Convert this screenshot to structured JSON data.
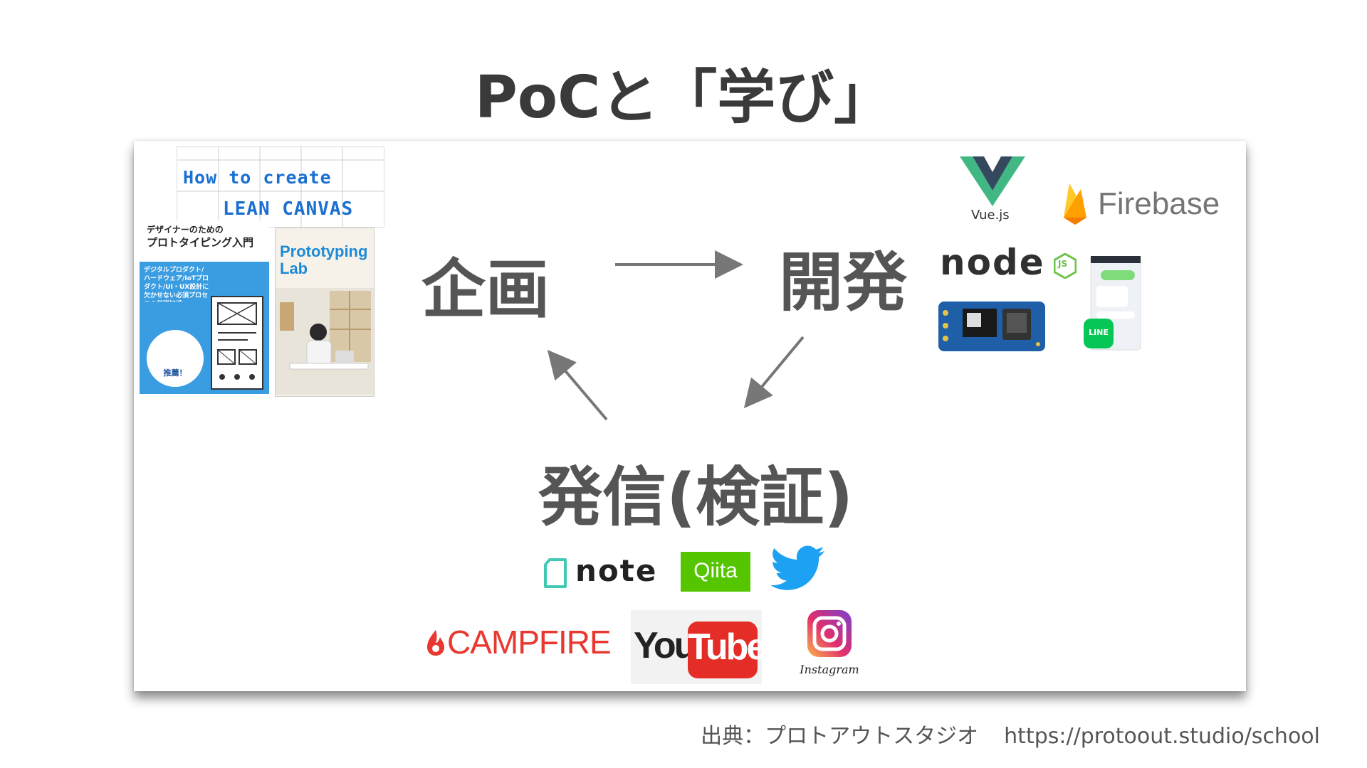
{
  "title": "PoCと「学び」",
  "cycle": {
    "plan": "企画",
    "develop": "開発",
    "publish": "発信(検証)"
  },
  "books": {
    "lean_canvas_line1": "How to create",
    "lean_canvas_line2": "LEAN CANVAS",
    "designer_book_title1": "デザイナーのための",
    "designer_book_title2": "プロトタイピング入門",
    "designer_book_sub": "デジタルプロダクト/ハードウェア/IoTプロダクト/UI・UX設計に欠かせない必須プロセスの基礎知識",
    "designer_book_badge": "推薦！",
    "proto_lab_title1": "Prototyping",
    "proto_lab_title2": "Lab"
  },
  "dev_logos": {
    "vue": "Vue.js",
    "firebase": "Firebase",
    "node": "node",
    "js": "JS",
    "line": "LINE"
  },
  "publish_logos": {
    "note": "note",
    "qiita": "Qiita",
    "campfire": "CAMPFIRE",
    "youtube_you": "You",
    "youtube_tube": "Tube",
    "instagram": "Instagram"
  },
  "footer": {
    "source": "出典：プロトアウトスタジオ",
    "url": "https://protoout.studio/school"
  },
  "colors": {
    "label_gray": "#555555",
    "arrow_gray": "#777777",
    "qiita_green": "#55c500",
    "twitter_blue": "#1da1f2",
    "campfire_red": "#e8382f",
    "youtube_red": "#e52d27",
    "firebase_orange": "#ffa000",
    "vue_green": "#41b883",
    "vue_dark": "#35495e",
    "node_green": "#6cc24a",
    "line_green": "#06c755",
    "note_teal": "#41c9b4",
    "blue_book": "#3b9de1"
  }
}
